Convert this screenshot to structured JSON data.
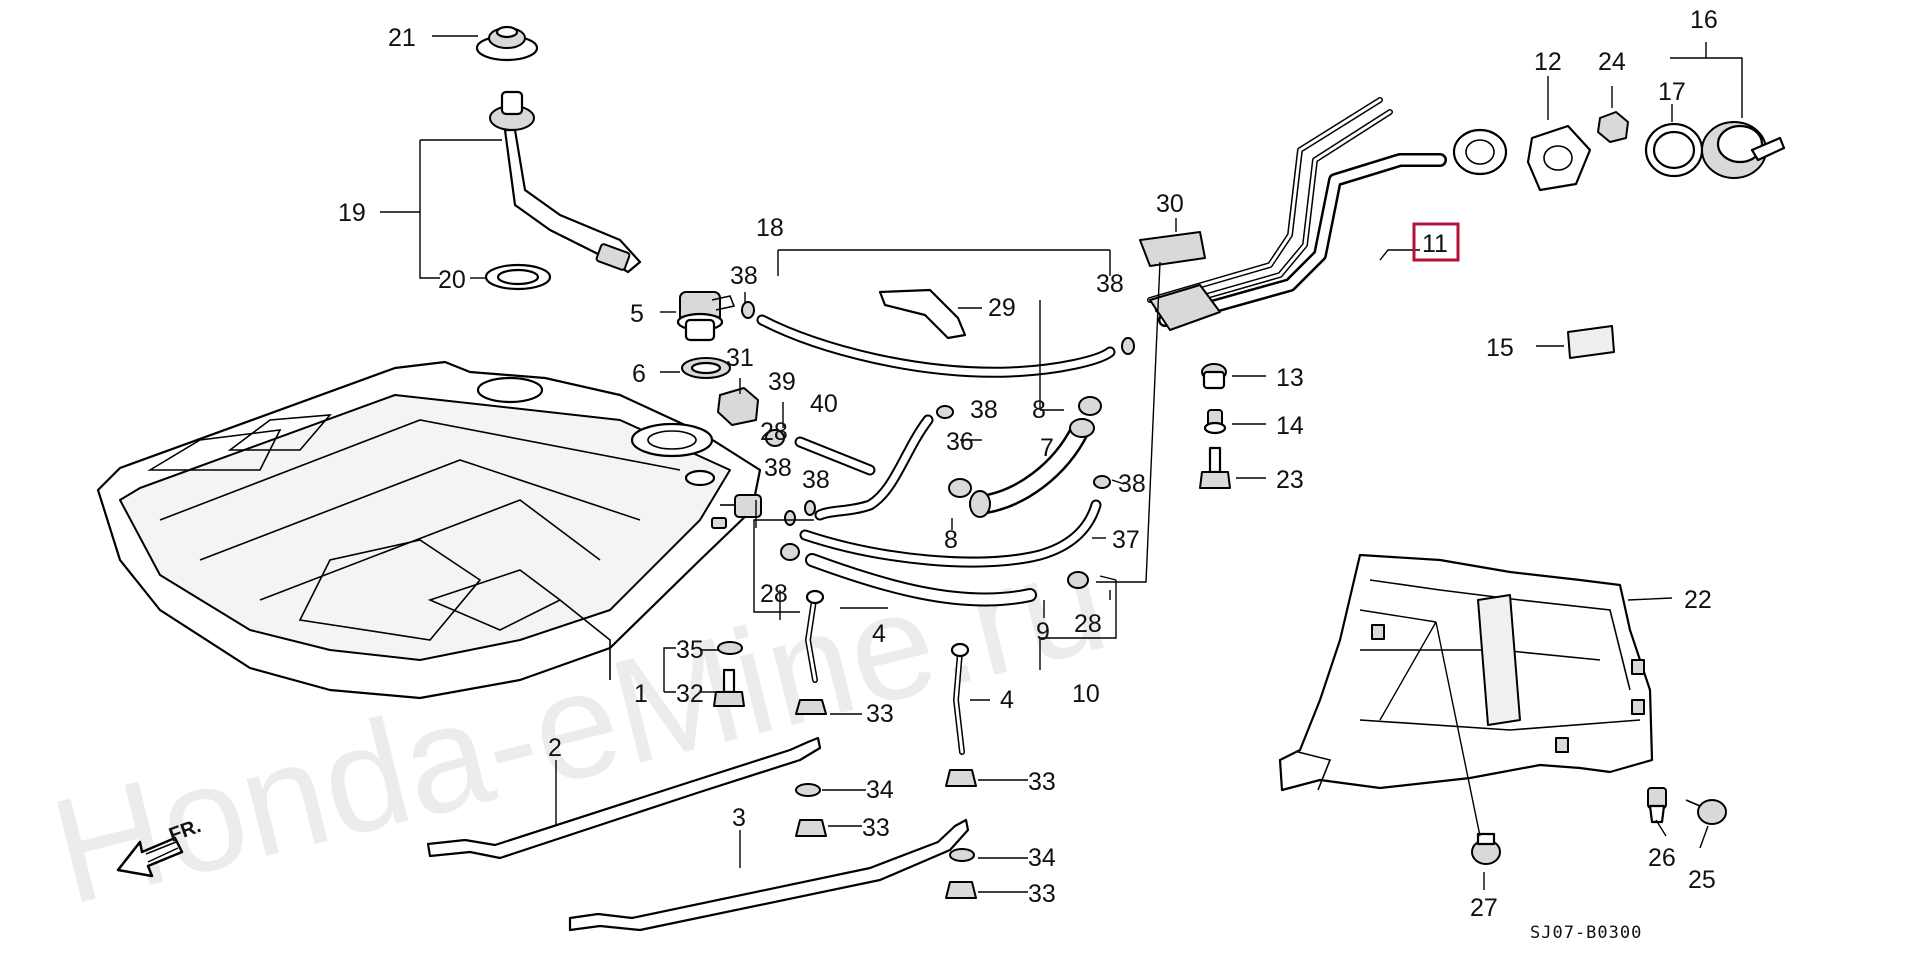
{
  "watermark": "Honda-eMine.ru",
  "diagram_code": "SJ07-B0300",
  "direction_label": "FR.",
  "highlight_color": "#b5123a",
  "highlighted_part": "11",
  "callouts": {
    "c1": "1",
    "c2": "2",
    "c3": "3",
    "c4a": "4",
    "c4b": "4",
    "c5": "5",
    "c6": "6",
    "c7": "7",
    "c8a": "8",
    "c8b": "8",
    "c9": "9",
    "c10": "10",
    "c11": "11",
    "c12": "12",
    "c13": "13",
    "c14": "14",
    "c15": "15",
    "c16": "16",
    "c17": "17",
    "c18": "18",
    "c19": "19",
    "c20": "20",
    "c21": "21",
    "c22": "22",
    "c23": "23",
    "c24": "24",
    "c25": "25",
    "c26": "26",
    "c27": "27",
    "c28a": "28",
    "c28b": "28",
    "c28c": "28",
    "c29": "29",
    "c30": "30",
    "c31": "31",
    "c32": "32",
    "c33a": "33",
    "c33b": "33",
    "c33c": "33",
    "c33d": "33",
    "c34a": "34",
    "c34b": "34",
    "c35": "35",
    "c36": "36",
    "c37": "37",
    "c38a": "38",
    "c38b": "38",
    "c38c": "38",
    "c38d": "38",
    "c38e": "38",
    "c38f": "38",
    "c39": "39",
    "c40": "40"
  }
}
